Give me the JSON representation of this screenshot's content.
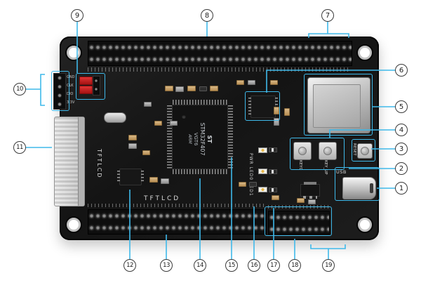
{
  "callouts": [
    "1",
    "2",
    "3",
    "4",
    "5",
    "6",
    "7",
    "8",
    "9",
    "10",
    "11",
    "12",
    "13",
    "14",
    "15",
    "16",
    "17",
    "18",
    "19"
  ],
  "board": {
    "mcu": {
      "brand": "ST",
      "line1": "STM32F407",
      "line2": "VGT6",
      "line3": "ARM"
    },
    "labels": {
      "tftlcd_side": "TFTLCD",
      "tftlcd_bottom": "TFTLCD",
      "key0": "KEY0",
      "key_up": "KEY_UP",
      "reset": "RESET",
      "usb": "USB",
      "led_column": "PWR LED0 LED1"
    },
    "swd_header": {
      "pins": [
        "GND",
        "CLK",
        "DIO",
        "3.3V"
      ]
    }
  },
  "colors": {
    "annotation_accent": "#3fb9ea",
    "board_black": "#181818",
    "jumper_red": "#c32222"
  }
}
